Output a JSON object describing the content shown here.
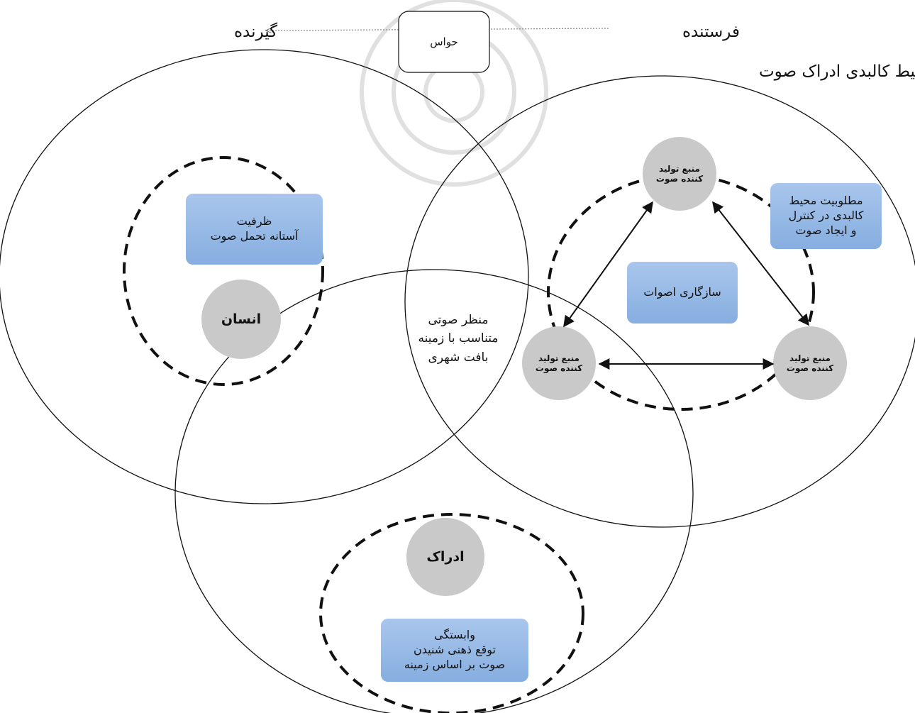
{
  "header": {
    "receiver": "گیرنده",
    "sender": "فرستنده",
    "senses": "حواس",
    "environment_title": "محیط کالبدی ادراک صوت"
  },
  "nodes": {
    "human": "انسان",
    "perception": "ادراک",
    "source_top_1": "منبع تولید",
    "source_top_2": "کننده صوت",
    "source_left_1": "منبع تولید",
    "source_left_2": "کننده صوت",
    "source_right_1": "منبع تولید",
    "source_right_2": "کننده صوت"
  },
  "boxes": {
    "capacity_1": "ظرفیت",
    "capacity_2": "آستانه تحمل صوت",
    "harmony": "سازگاری اصوات",
    "desirability_1": "مطلوبیت محیط",
    "desirability_2": "کالبدی در کنترل",
    "desirability_3": "و ایجاد صوت",
    "attachment_1": "وابستگی",
    "attachment_2": "توقع ذهنی شنیدن",
    "attachment_3": "صوت بر اساس زمینه"
  },
  "center": {
    "line1": "منظر صوتی",
    "line2": "متناسب با زمینه",
    "line3": "بافت شهری"
  },
  "colors": {
    "box_fill": "#9dbde8",
    "node_fill": "#c9c9c9",
    "line": "#111111"
  }
}
